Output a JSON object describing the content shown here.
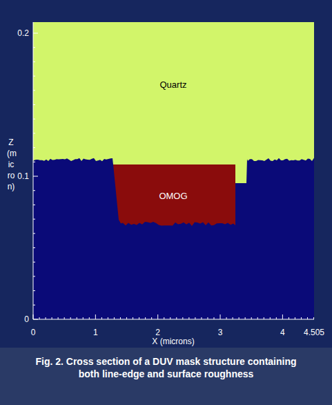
{
  "diagram": {
    "caption": "Fig. 2. Cross section of a DUV mask structure containing both line-edge and surface roughness",
    "nodes": [
      {
        "text": [
          "Quartz"
        ]
      },
      {
        "text": [
          "OMOG"
        ]
      }
    ],
    "labels": [
      "Z (micron)",
      "0.2",
      "0.1",
      "0",
      "0",
      "1",
      "2",
      "3",
      "4",
      "4.505",
      "X (microns)"
    ]
  }
}
